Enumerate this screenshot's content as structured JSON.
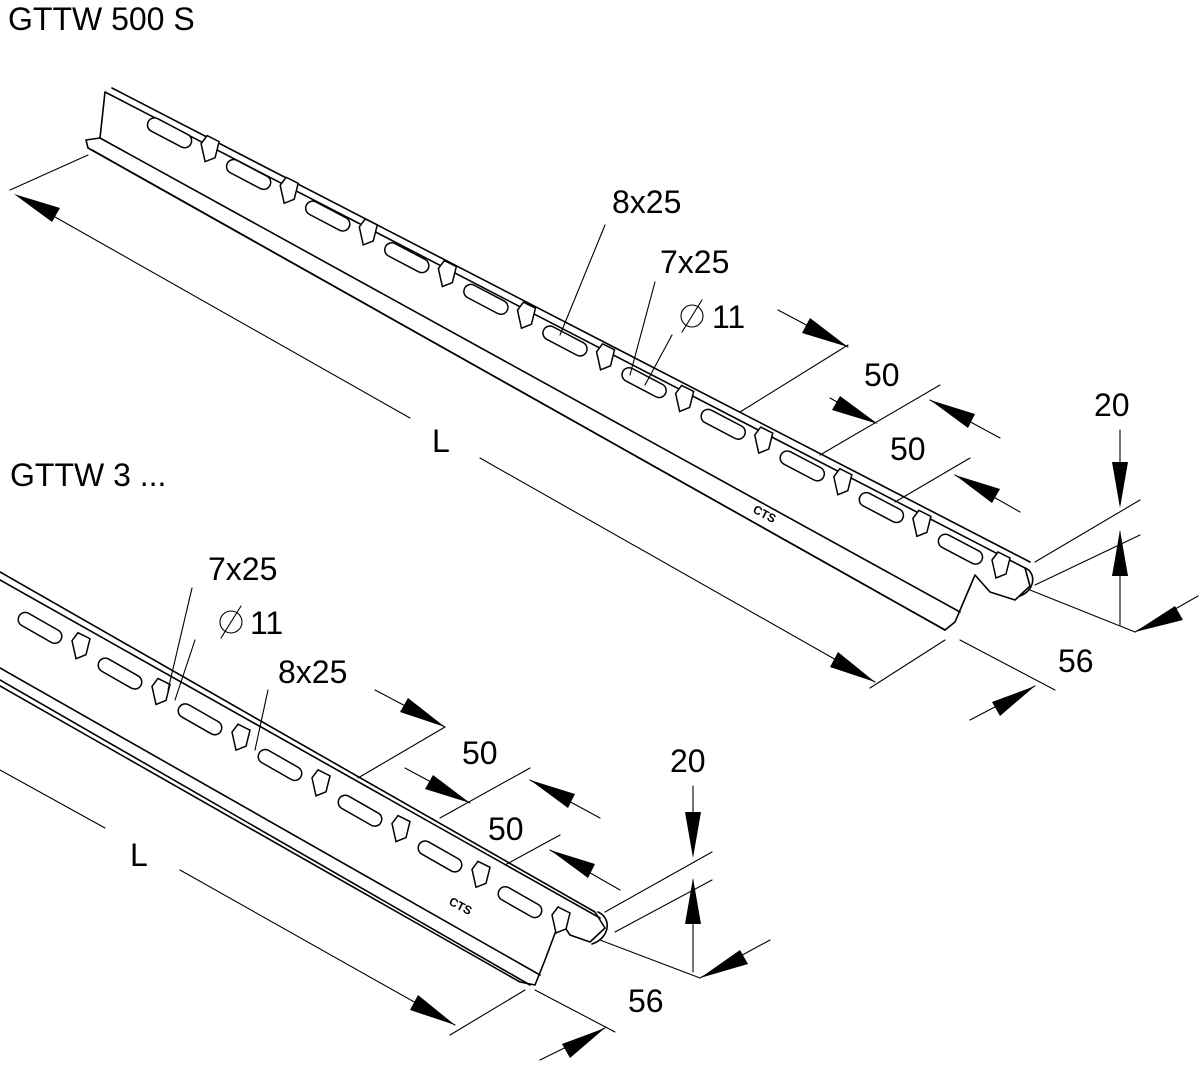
{
  "titles": {
    "top": "GTTW 500 S",
    "bottom": "GTTW 3 ..."
  },
  "top": {
    "slot_a": "8x25",
    "slot_b": "7x25",
    "hole": "11",
    "pitch_1": "50",
    "pitch_2": "50",
    "height": "20",
    "width": "56",
    "length": "L",
    "stamp": "CTS"
  },
  "bottom": {
    "slot_b": "7x25",
    "hole": "11",
    "slot_a": "8x25",
    "pitch_1": "50",
    "pitch_2": "50",
    "height": "20",
    "width": "56",
    "length": "L",
    "stamp": "CTS"
  },
  "symbols": {
    "diameter": "diameter-symbol"
  },
  "colors": {
    "line": "#000000",
    "background": "#ffffff"
  }
}
